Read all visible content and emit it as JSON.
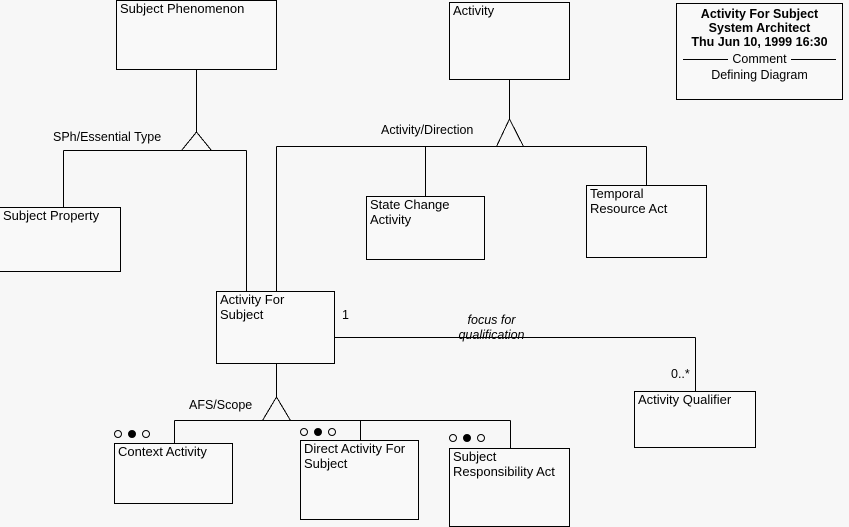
{
  "diagram": {
    "title_block": {
      "line1": "Activity For Subject",
      "line2": "System Architect",
      "line3": "Thu Jun 10, 1999  16:30",
      "comment_label": "Comment",
      "comment_body": "Defining Diagram"
    },
    "classes": [
      {
        "id": "subject-phenomenon",
        "label": "Subject Phenomenon"
      },
      {
        "id": "activity",
        "label": "Activity"
      },
      {
        "id": "subject-property",
        "label": "Subject Property"
      },
      {
        "id": "state-change-activity",
        "label": "State Change\nActivity"
      },
      {
        "id": "temporal-resource-act",
        "label": "Temporal\nResource Act"
      },
      {
        "id": "activity-for-subject",
        "label": "Activity For\nSubject"
      },
      {
        "id": "activity-qualifier",
        "label": "Activity Qualifier"
      },
      {
        "id": "context-activity",
        "label": "Context Activity"
      },
      {
        "id": "direct-activity-for-subject",
        "label": "Direct Activity For\nSubject"
      },
      {
        "id": "subject-responsibility-act",
        "label": "Subject\nResponsibility Act"
      }
    ],
    "generalization_labels": [
      {
        "id": "sph-essential-type",
        "text": "SPh/Essential Type"
      },
      {
        "id": "activity-direction",
        "text": "Activity/Direction"
      },
      {
        "id": "afs-scope",
        "text": "AFS/Scope"
      }
    ],
    "association": {
      "name": "focus for\nqualification",
      "source_multiplicity": "1",
      "target_multiplicity": "0..*"
    },
    "colors": {
      "background": "#f7f7f7",
      "box_fill": "#f9f9f9",
      "line": "#000000",
      "text": "#000000"
    }
  }
}
